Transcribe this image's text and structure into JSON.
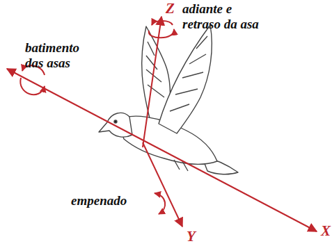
{
  "diagram": {
    "labels": [
      "adiante e retraso da asa",
      "batimento das asas",
      "Z",
      "empenado",
      "Y",
      "X"
    ]
  }
}
